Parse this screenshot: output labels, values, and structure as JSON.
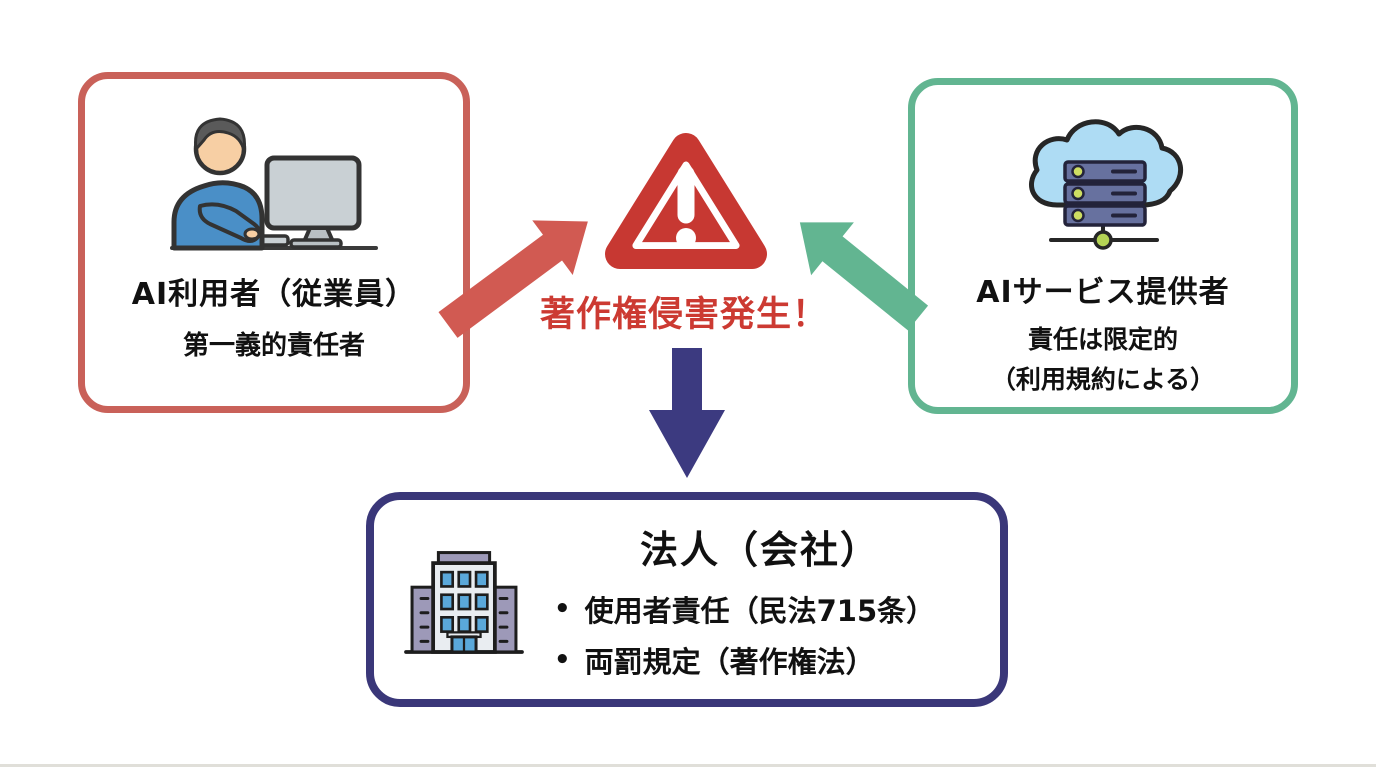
{
  "page": {
    "background": "#ffffff"
  },
  "boxes": {
    "ai_user": {
      "title": "AI利用者（従業員）",
      "subtitle": "第一義的責任者",
      "border_color": "#c96159",
      "icon": "person-at-computer"
    },
    "ai_provider": {
      "title": "AIサービス提供者",
      "subtitle_line1": "責任は限定的",
      "subtitle_line2": "（利用規約による）",
      "border_color": "#62b591",
      "icon": "cloud-server"
    },
    "company": {
      "title": "法人（会社）",
      "bullet_marker": "•",
      "bullets": [
        "使用者責任（民法715条）",
        "両罰規定（著作権法）"
      ],
      "border_color": "#3a3779",
      "icon": "office-building"
    }
  },
  "warning": {
    "label": "著作権侵害発生！",
    "label_color": "#cc3a32",
    "triangle_color": "#c73832",
    "icon": "warning-triangle"
  },
  "arrows": {
    "user_to_warning": {
      "color": "#d15a52",
      "from": "ai-user-box",
      "to": "warning-triangle"
    },
    "provider_to_warning": {
      "color": "#62b591",
      "from": "ai-provider-box",
      "to": "warning-triangle"
    },
    "warning_to_company": {
      "color": "#3c3a80",
      "from": "warning-triangle",
      "to": "company-box"
    }
  }
}
